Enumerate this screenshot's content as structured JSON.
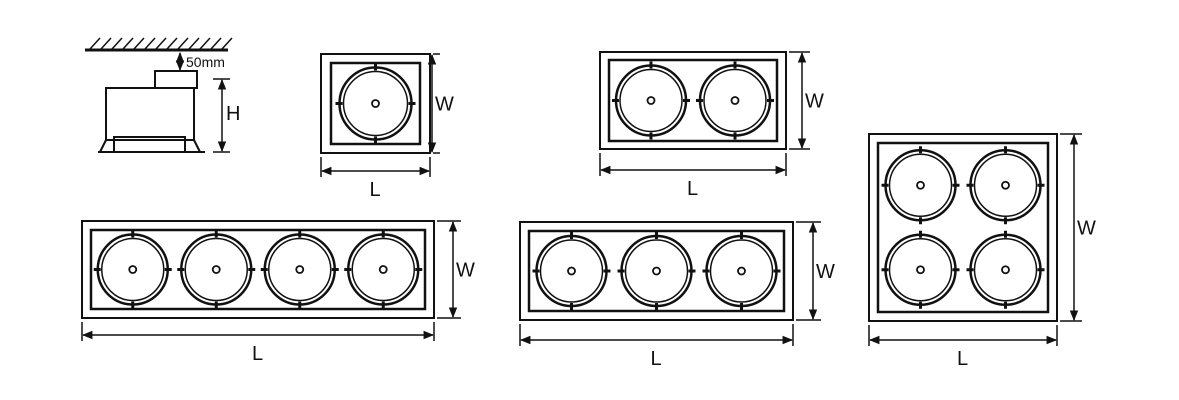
{
  "side_view": {
    "clearance_label": "50mm",
    "height_label": "H"
  },
  "dimension_labels": {
    "length": "L",
    "width": "W"
  },
  "fixtures": [
    {
      "name": "single",
      "rows": 1,
      "cols": 1
    },
    {
      "name": "double",
      "rows": 1,
      "cols": 2
    },
    {
      "name": "quad-linear",
      "rows": 1,
      "cols": 4
    },
    {
      "name": "triple",
      "rows": 1,
      "cols": 3
    },
    {
      "name": "quad-square",
      "rows": 2,
      "cols": 2
    }
  ],
  "colors": {
    "line": "#111111",
    "background": "#ffffff"
  }
}
